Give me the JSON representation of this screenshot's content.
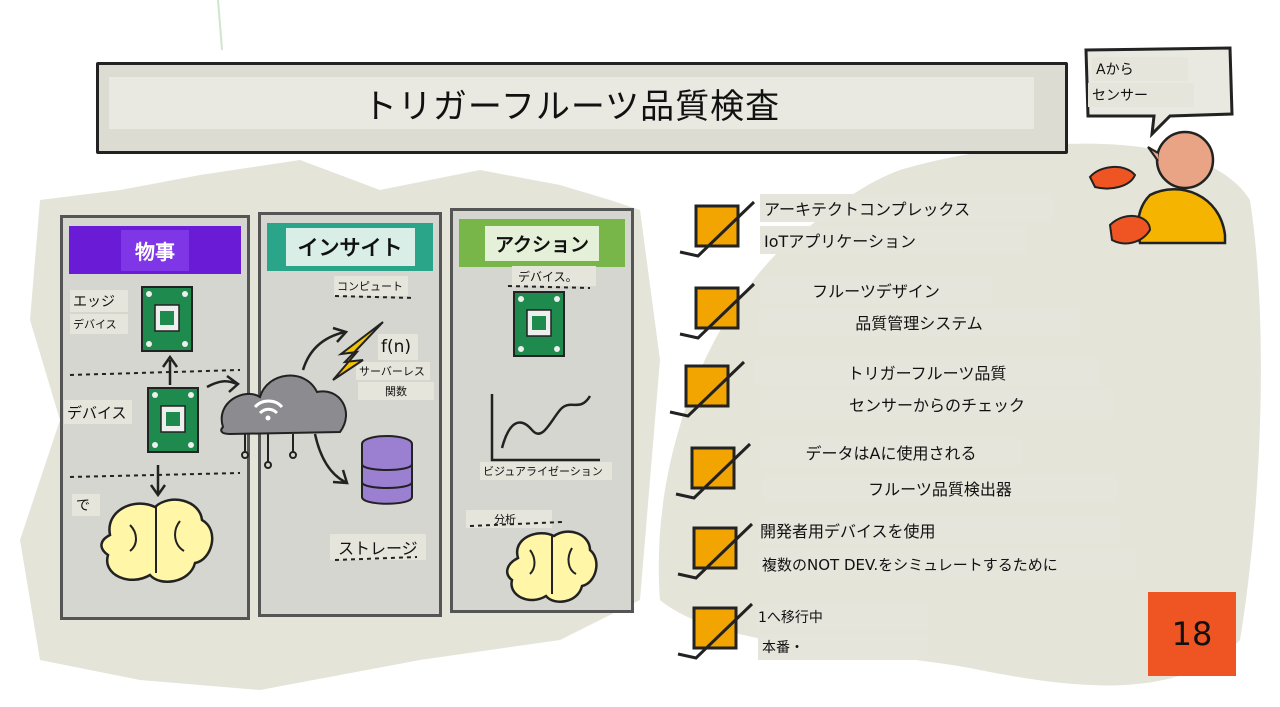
{
  "title": "トリガーフルーツ品質検査",
  "speech": {
    "line1": "Aから",
    "line2": "センサー"
  },
  "page_number": "18",
  "columns": {
    "things": {
      "header": "物事",
      "color": "#6a1bd6",
      "labels": {
        "edge_line1": "エッジ",
        "edge_line2": "デバイス",
        "device": "デバイス",
        "with": "で"
      }
    },
    "insights": {
      "header": "インサイト",
      "color": "#2aa58a",
      "labels": {
        "compute": "コンピュート",
        "fn": "f(n)",
        "serverless": "サーバーレス",
        "functions": "関数",
        "storage": "ストレージ"
      }
    },
    "actions": {
      "header": "アクション",
      "color": "#78b64a",
      "labels": {
        "device": "デバイス。",
        "visualization": "ビジュアライゼーション",
        "analysis": "分析"
      }
    }
  },
  "checklist": [
    {
      "line1": "アーキテクトコンプレックス",
      "line2": "IoTアプリケーション"
    },
    {
      "line1": "フルーツデザイン",
      "line2": "品質管理システム"
    },
    {
      "line1": "トリガーフルーツ品質",
      "line2": "センサーからのチェック"
    },
    {
      "line1": "データはAに使用される",
      "line2": "フルーツ品質検出器"
    },
    {
      "line1": "開発者用デバイスを使用",
      "line2": "複数のNOT DEV.をシミュレートするために"
    },
    {
      "line1": "1へ移行中",
      "line2": "本番・"
    }
  ],
  "colors": {
    "check_fill": "#f2a400",
    "page_badge": "#ee5522",
    "blob": "#e4e4d8"
  }
}
